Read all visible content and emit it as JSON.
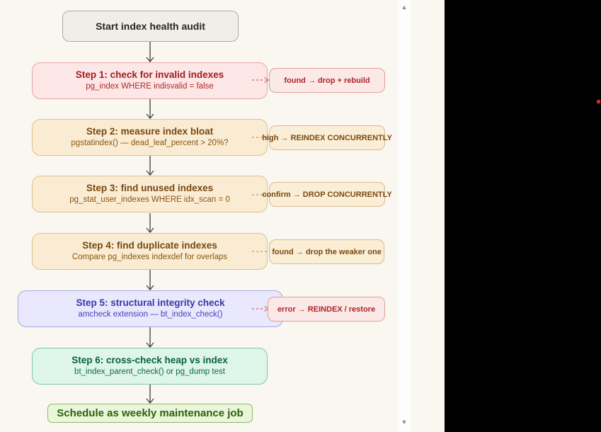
{
  "flowchart": {
    "start": {
      "label": "Start index health audit"
    },
    "steps": [
      {
        "title": "Step 1: check for invalid indexes",
        "subtitle": "pg_index WHERE indisvalid = false",
        "theme": "red",
        "side_label": "found → drop + rebuild",
        "side_theme": "red"
      },
      {
        "title": "Step 2: measure index bloat",
        "subtitle": "pgstatindex() — dead_leaf_percent > 20%?",
        "theme": "tan",
        "side_label": "high → REINDEX CONCURRENTLY",
        "side_theme": "tan"
      },
      {
        "title": "Step 3: find unused indexes",
        "subtitle": "pg_stat_user_indexes WHERE idx_scan = 0",
        "theme": "tan",
        "side_label": "confirm → DROP CONCURRENTLY",
        "side_theme": "tan"
      },
      {
        "title": "Step 4: find duplicate indexes",
        "subtitle": "Compare pg_indexes indexdef for overlaps",
        "theme": "tan",
        "side_label": "found → drop the weaker one",
        "side_theme": "tan"
      },
      {
        "title": "Step 5: structural integrity check",
        "subtitle": "amcheck extension — bt_index_check()",
        "theme": "purple",
        "side_label": "error → REINDEX / restore",
        "side_theme": "red"
      },
      {
        "title": "Step 6: cross-check heap vs index",
        "subtitle": "bt_index_parent_check() or pg_dump test",
        "theme": "green",
        "side_label": null
      }
    ],
    "end": {
      "label": "Schedule as weekly maintenance job"
    }
  },
  "icons": {
    "scroll_up": "▲",
    "scroll_down": "▼"
  },
  "colors": {
    "canvas_background": "#faf7f0",
    "panel_black": "#000000",
    "status_dot_red": "#e0241c",
    "arrow_stroke": "#3f3e3c",
    "dash_red": "#cf6660",
    "dash_tan": "#c49a63",
    "theme_red_bg": "#fce6e6",
    "theme_tan_bg": "#faecd2",
    "theme_purple_bg": "#e9e8fc",
    "theme_green_bg": "#def5ea",
    "end_green_bg": "#eaf5da"
  }
}
